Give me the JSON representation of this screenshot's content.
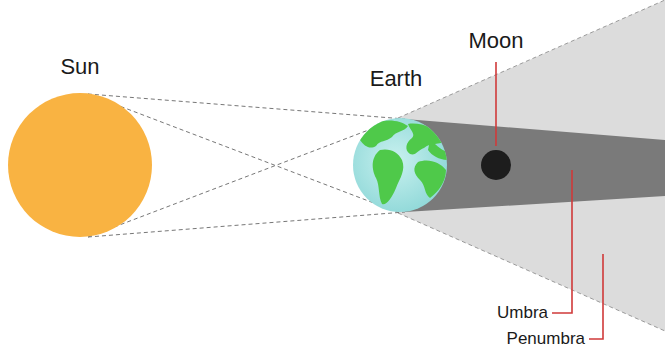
{
  "diagram": {
    "nodes": [
      {
        "text": [
          "Sun"
        ]
      },
      {
        "text": [
          "Earth"
        ]
      },
      {
        "text": [
          "Moon"
        ]
      }
    ],
    "labels": [
      "Umbra",
      "Penumbra"
    ]
  }
}
